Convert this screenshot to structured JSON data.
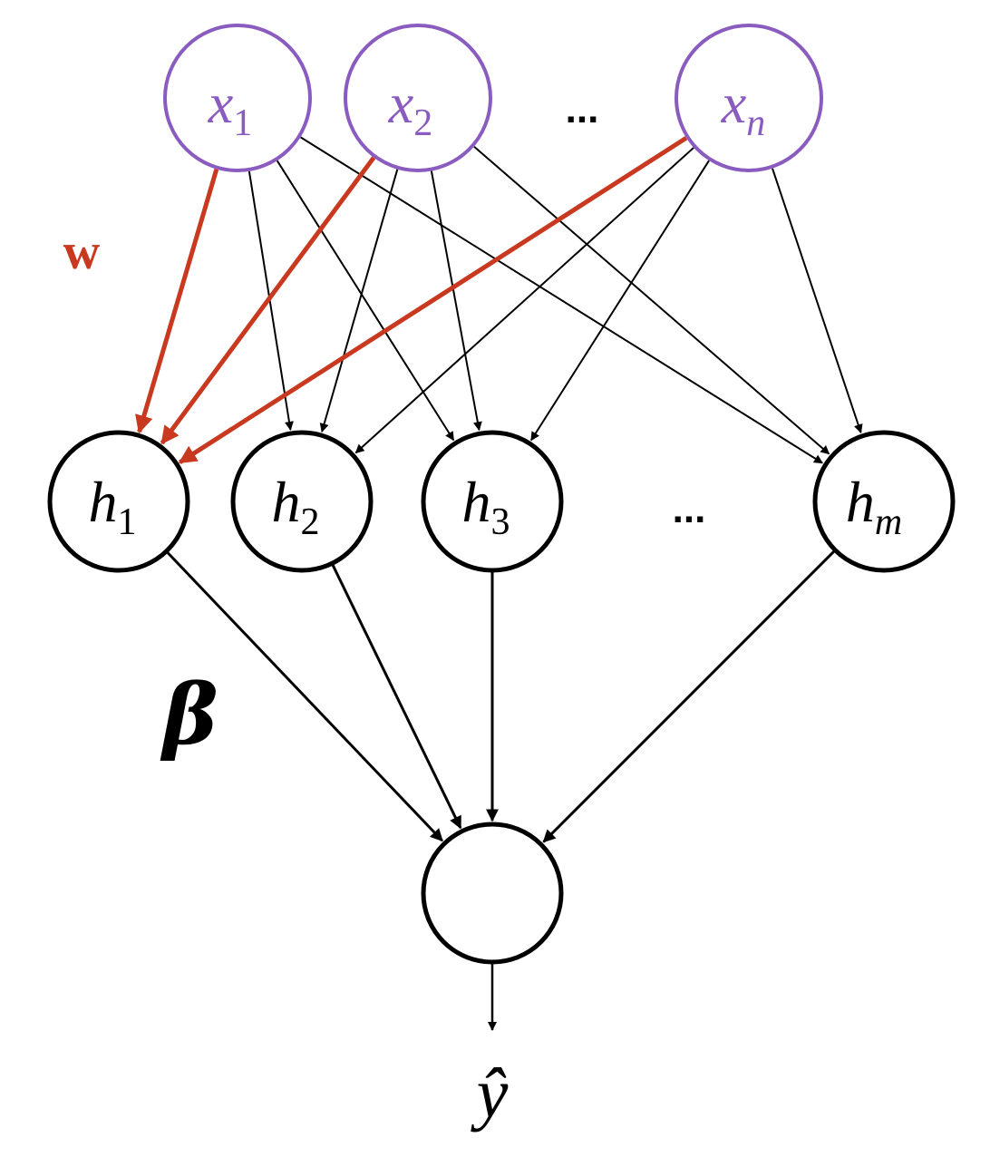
{
  "colors": {
    "input_stroke": "#8a5cc0",
    "input_text": "#8a5cc0",
    "hidden_stroke": "#000000",
    "edge_default": "#000000",
    "edge_highlight": "#c8391f",
    "w_label": "#c8391f"
  },
  "labels": {
    "weights_input": "w",
    "weights_output": "β",
    "input_ellipsis": "...",
    "hidden_ellipsis": "...",
    "output_symbol": "ŷ"
  },
  "input_nodes": [
    {
      "id": "x1",
      "base": "x",
      "sub": "1"
    },
    {
      "id": "x2",
      "base": "x",
      "sub": "2"
    },
    {
      "id": "xn",
      "base": "x",
      "sub": "n"
    }
  ],
  "hidden_nodes": [
    {
      "id": "h1",
      "base": "h",
      "sub": "1"
    },
    {
      "id": "h2",
      "base": "h",
      "sub": "2"
    },
    {
      "id": "h3",
      "base": "h",
      "sub": "3"
    },
    {
      "id": "hm",
      "base": "h",
      "sub": "m"
    }
  ],
  "output_node": {
    "id": "out",
    "label": ""
  },
  "edges": [
    {
      "from": "x1",
      "to": "h1",
      "highlight": true
    },
    {
      "from": "x1",
      "to": "h2",
      "highlight": false
    },
    {
      "from": "x1",
      "to": "h3",
      "highlight": false
    },
    {
      "from": "x1",
      "to": "hm",
      "highlight": false
    },
    {
      "from": "x2",
      "to": "h1",
      "highlight": true
    },
    {
      "from": "x2",
      "to": "h2",
      "highlight": false
    },
    {
      "from": "x2",
      "to": "h3",
      "highlight": false
    },
    {
      "from": "x2",
      "to": "hm",
      "highlight": false
    },
    {
      "from": "xn",
      "to": "h1",
      "highlight": true
    },
    {
      "from": "xn",
      "to": "h2",
      "highlight": false
    },
    {
      "from": "xn",
      "to": "h3",
      "highlight": false
    },
    {
      "from": "xn",
      "to": "hm",
      "highlight": false
    },
    {
      "from": "h1",
      "to": "out",
      "highlight": false
    },
    {
      "from": "h2",
      "to": "out",
      "highlight": false
    },
    {
      "from": "h3",
      "to": "out",
      "highlight": false
    },
    {
      "from": "hm",
      "to": "out",
      "highlight": false
    }
  ]
}
